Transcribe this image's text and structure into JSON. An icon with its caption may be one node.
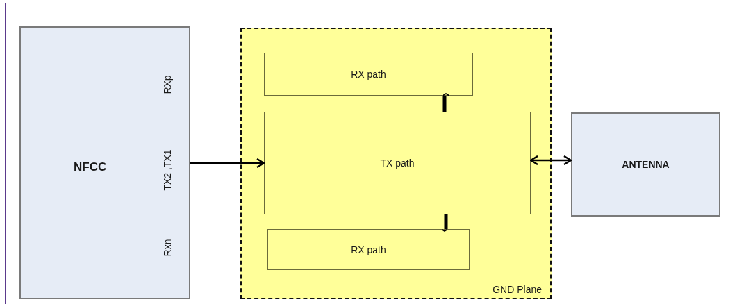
{
  "diagram": {
    "nodes": [
      {
        "text": [
          "NFCC",
          "RXp",
          "TX2 ,TX1",
          "Rxn"
        ]
      },
      {
        "text": [
          "GND Plane"
        ]
      },
      {
        "text": [
          "RX path"
        ],
        "in": 1
      },
      {
        "text": [
          "TX path"
        ],
        "in": 1
      },
      {
        "text": [
          "RX path"
        ],
        "in": 1
      },
      {
        "text": [
          "ANTENNA"
        ]
      }
    ],
    "edges": [
      {
        "from": 0,
        "to": 3,
        "arrow": "to"
      },
      {
        "from": 3,
        "to": 2,
        "arrow": "to",
        "style": "thick"
      },
      {
        "from": 3,
        "to": 4,
        "arrow": "to",
        "style": "thick"
      },
      {
        "from": 3,
        "to": 5,
        "arrow": "both"
      }
    ]
  }
}
